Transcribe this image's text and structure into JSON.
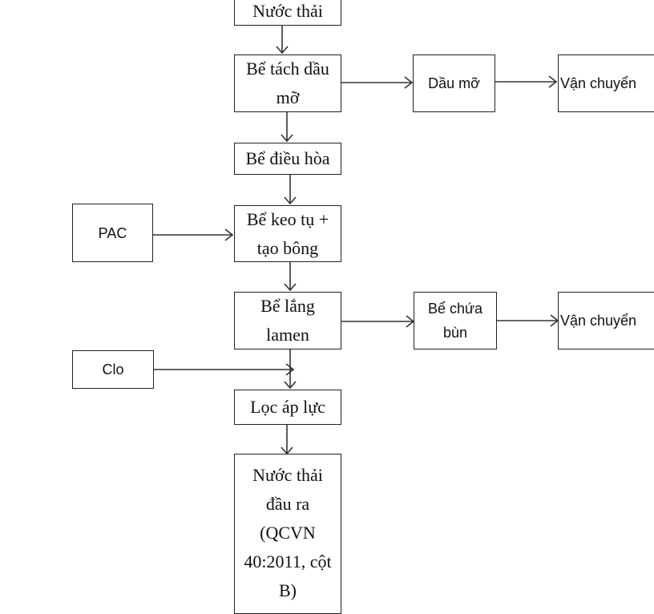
{
  "diagram": {
    "nodes": {
      "nuoc_thai": "Nước thải",
      "be_tach_dau_mo": "Bể tách dầu\nmỡ",
      "dau_mo": "Dầu mỡ",
      "van_chuyen_1": "Vận chuyển",
      "be_dieu_hoa": "Bể điều hòa",
      "pac": "PAC",
      "be_keo_tu": "Bể keo tụ +\ntạo bông",
      "be_lang_lamen": "Bể lắng\nlamen",
      "be_chua_bun": "Bể chứa\nbùn",
      "van_chuyen_2": "Vận chuyển",
      "clo": "Clo",
      "loc_ap_luc": "Lọc áp lực",
      "nuoc_thai_dau_ra": "Nước thải\nđầu ra\n(QCVN\n40:2011, cột\nB)"
    },
    "edges": [
      [
        "nuoc_thai",
        "be_tach_dau_mo"
      ],
      [
        "be_tach_dau_mo",
        "dau_mo"
      ],
      [
        "dau_mo",
        "van_chuyen_1"
      ],
      [
        "be_tach_dau_mo",
        "be_dieu_hoa"
      ],
      [
        "be_dieu_hoa",
        "be_keo_tu"
      ],
      [
        "pac",
        "be_keo_tu"
      ],
      [
        "be_keo_tu",
        "be_lang_lamen"
      ],
      [
        "be_lang_lamen",
        "be_chua_bun"
      ],
      [
        "be_chua_bun",
        "van_chuyen_2"
      ],
      [
        "clo",
        "loc_ap_luc"
      ],
      [
        "be_lang_lamen",
        "loc_ap_luc"
      ],
      [
        "loc_ap_luc",
        "nuoc_thai_dau_ra"
      ]
    ]
  }
}
